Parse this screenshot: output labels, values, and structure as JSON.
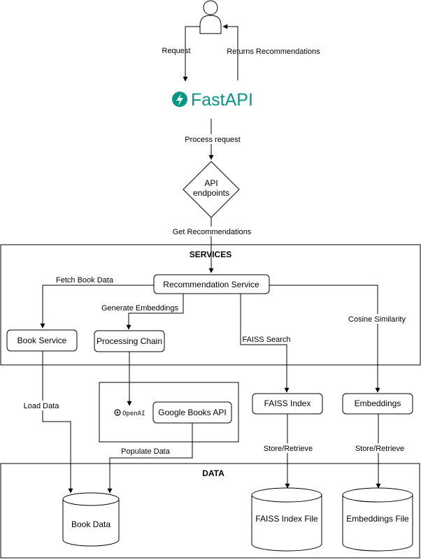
{
  "brand": {
    "name": "FastAPI",
    "color": "#059688"
  },
  "sections": {
    "services": "SERVICES",
    "data": "DATA"
  },
  "nodes": {
    "api": [
      "API",
      "endpoints"
    ],
    "recommendation": "Recommendation Service",
    "book_service": "Book Service",
    "processing_chain": "Processing Chain",
    "google_books": "Google Books API",
    "openai": "OpenAI",
    "faiss_index": "FAISS Index",
    "embeddings": "Embeddings",
    "book_data": "Book Data",
    "faiss_file": "FAISS Index File",
    "embeddings_file": "Embeddings File"
  },
  "edges": {
    "request": "Request",
    "returns": "Returns Recommendations",
    "process": "Process request",
    "get_recs": "Get Recommendations",
    "fetch": "Fetch Book Data",
    "generate": "Generate Embeddings",
    "cosine": "Cosine Similarity",
    "faiss_search": "FAISS Search",
    "load": "Load Data",
    "populate": "Populate Data",
    "store1": "Store/Retrieve",
    "store2": "Store/Retrieve"
  }
}
